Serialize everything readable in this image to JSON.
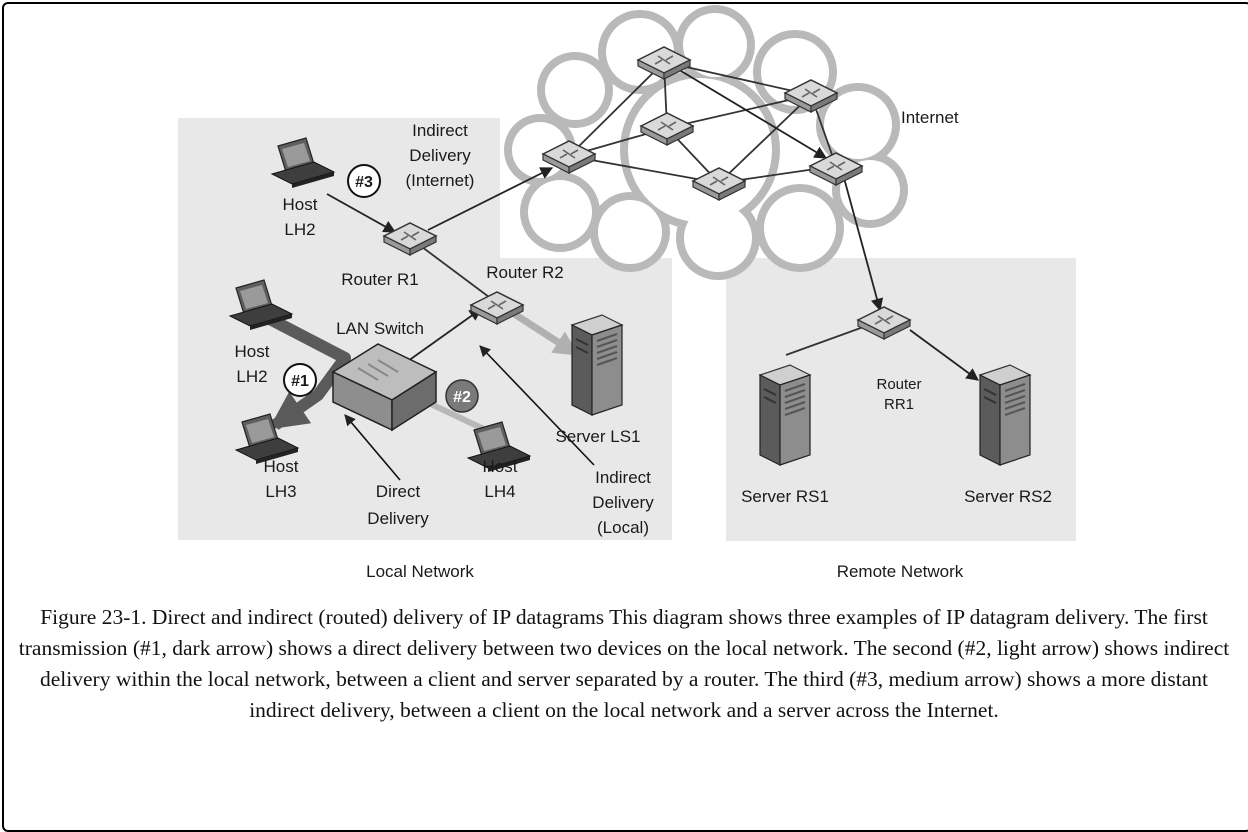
{
  "figure": {
    "caption": "Figure 23-1. Direct and indirect (routed) delivery of IP datagrams This diagram shows three examples of IP datagram delivery. The first transmission (#1, dark arrow) shows a direct delivery between two devices on the local network. The second (#2, light arrow) shows indirect delivery within the local network, between a client and server separated by a router. The third (#3, medium arrow) shows a more distant indirect delivery, between a client on the local network and a server across the Internet."
  },
  "labels": {
    "internet": "Internet",
    "indirect_internet": [
      "Indirect",
      "Delivery",
      "(Internet)"
    ],
    "marker_3": "#3",
    "host_lh2_top": [
      "Host",
      "LH2"
    ],
    "router_r1": "Router R1",
    "router_r2": "Router R2",
    "lan_switch": "LAN Switch",
    "host_lh2_mid": [
      "Host",
      "LH2"
    ],
    "marker_1": "#1",
    "marker_2": "#2",
    "server_ls1": "Server LS1",
    "host_lh3": [
      "Host",
      "LH3"
    ],
    "direct_delivery": [
      "Direct",
      "Delivery"
    ],
    "host_lh4": [
      "Host",
      "LH4"
    ],
    "indirect_local": [
      "Indirect",
      "Delivery",
      "(Local)"
    ],
    "router_rr1": [
      "Router",
      "RR1"
    ],
    "server_rs1": "Server RS1",
    "server_rs2": "Server RS2",
    "local_network": "Local Network",
    "remote_network": "Remote Network"
  },
  "colors": {
    "region_fill": "#e8e8e8",
    "dark_arrow": "#5a5a5a",
    "light_arrow": "#b0b0b0",
    "medium_arrow": "#3a3a3a"
  }
}
